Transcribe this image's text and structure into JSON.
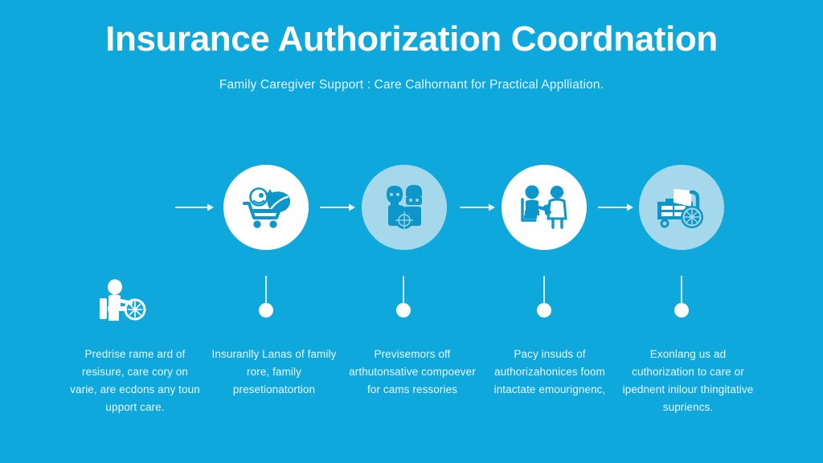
{
  "theme": {
    "background": "#0fa8dc",
    "circle_white": "#ffffff",
    "circle_tint": "#a5d8ea",
    "icon_blue": "#0d96c9",
    "text_primary": "#ffffff",
    "text_secondary": "#e3f5fd",
    "connector": "#cdeaf6"
  },
  "header": {
    "title": "Insurance Authorization Coordnation",
    "subtitle": "Family Caregiver Support : Care Calhornant for Practical Applliation."
  },
  "flow": {
    "arrows": [
      {
        "name": "arrow-into-step-1"
      },
      {
        "name": "arrow-step-1-to-2"
      },
      {
        "name": "arrow-step-2-to-3"
      },
      {
        "name": "arrow-step-3-to-4"
      }
    ],
    "steps": [
      {
        "icon": "shopping-cart-leaf-icon",
        "style": "white"
      },
      {
        "icon": "caregiver-pair-icon",
        "style": "tint"
      },
      {
        "icon": "seated-patient-nurse-icon",
        "style": "white"
      },
      {
        "icon": "medical-cart-wheel-icon",
        "style": "tint"
      }
    ]
  },
  "side_glyph": {
    "icon": "wheelchair-user-icon"
  },
  "captions": [
    {
      "text": "Predrise rame ard of resisure, care cory on varie, are ecdons any toun upport care."
    },
    {
      "text": "Insuranlly Lanas of family rore, family presetionatortion"
    },
    {
      "text": "Previsemors off arthutonsative compoever for cams ressories"
    },
    {
      "text": "Pacy insuds of authorizahonices foom intactate emourignenc,"
    },
    {
      "text": "Exonlang us ad cuthorization to care or ipednent inilour thingitative supriencs."
    }
  ]
}
